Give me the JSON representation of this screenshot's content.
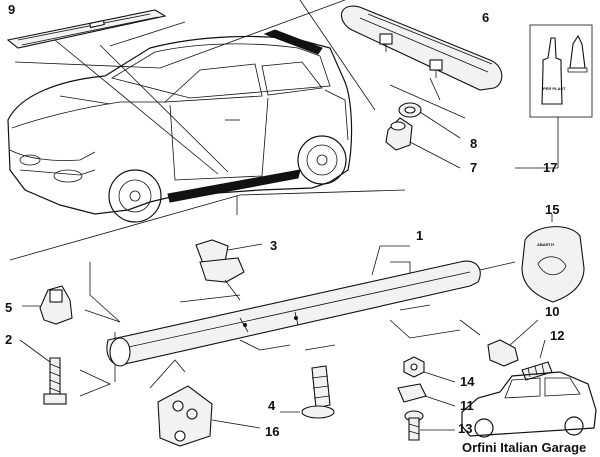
{
  "callouts": {
    "c1": "1",
    "c2": "2",
    "c3": "3",
    "c4": "4",
    "c5": "5",
    "c6": "6",
    "c7": "7",
    "c8": "8",
    "c9": "9",
    "c10": "10",
    "c11": "11",
    "c12": "12",
    "c13": "13",
    "c14": "14",
    "c15": "15",
    "c16": "16",
    "c17": "17"
  },
  "badge_text": "ABARTH",
  "bottle_label": "PER PLAST",
  "brand": "Orfini Italian Garage",
  "colors": {
    "line": "#111111",
    "background": "#ffffff",
    "part_fill": "#f2f2f2"
  }
}
